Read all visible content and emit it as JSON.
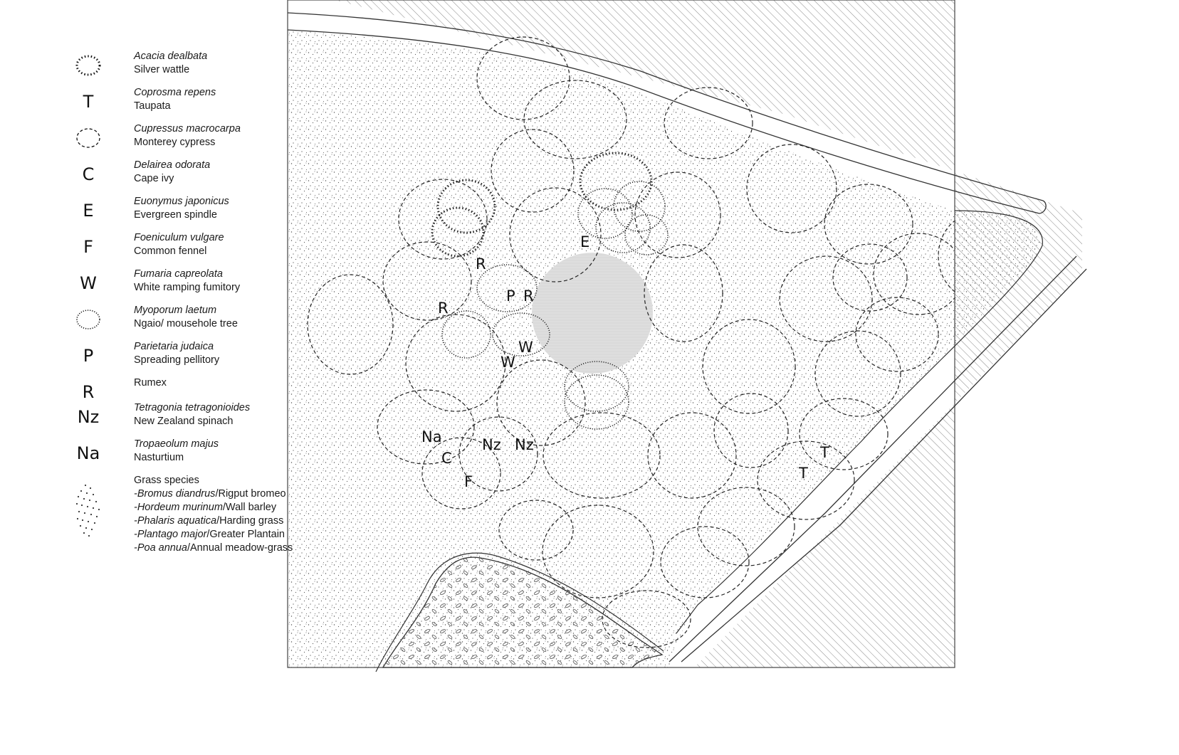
{
  "legend": {
    "items": [
      {
        "symbol": "acacia-ring",
        "latin": "Acacia dealbata",
        "common": "Silver wattle"
      },
      {
        "symbol": "letter",
        "code": "T",
        "latin": "Coprosma repens",
        "common": "Taupata"
      },
      {
        "symbol": "cypress-ring",
        "latin": "Cupressus macrocarpa",
        "common": "Monterey cypress"
      },
      {
        "symbol": "letter",
        "code": "C",
        "latin": "Delairea odorata",
        "common": "Cape ivy"
      },
      {
        "symbol": "letter",
        "code": "E",
        "latin": "Euonymus japonicus",
        "common": "Evergreen spindle"
      },
      {
        "symbol": "letter",
        "code": "F",
        "latin": "Foeniculum vulgare",
        "common": "Common fennel"
      },
      {
        "symbol": "letter",
        "code": "W",
        "latin": "Fumaria capreolata",
        "common": "White ramping fumitory"
      },
      {
        "symbol": "myoporum-ring",
        "latin": "Myoporum laetum",
        "common": "Ngaio/ mousehole tree"
      },
      {
        "symbol": "letter",
        "code": "P",
        "latin": "Parietaria judaica",
        "common": "Spreading pellitory"
      },
      {
        "symbol": "letter",
        "code": "R",
        "latin": "",
        "common": "Rumex"
      },
      {
        "symbol": "letter",
        "code": "Nz",
        "latin": "Tetragonia tetragonioides",
        "common": "New Zealand spinach"
      },
      {
        "symbol": "letter",
        "code": "Na",
        "latin": "Tropaeolum majus",
        "common": "Nasturtium"
      }
    ],
    "grass": {
      "title": "Grass species",
      "species": [
        {
          "latin": "-Bromus diandrus",
          "common": "/Rigput bromeo"
        },
        {
          "latin": "-Hordeum murinum",
          "common": "/Wall barley"
        },
        {
          "latin": "-Phalaris aquatica",
          "common": "/Harding grass"
        },
        {
          "latin": "-Plantago major",
          "common": "/Greater Plantain"
        },
        {
          "latin": "-Poa annua",
          "common": "/Annual meadow-grass"
        }
      ]
    }
  },
  "map": {
    "labels": [
      {
        "text": "E"
      },
      {
        "text": "R"
      },
      {
        "text": "P"
      },
      {
        "text": "R"
      },
      {
        "text": "R"
      },
      {
        "text": "W"
      },
      {
        "text": "W"
      },
      {
        "text": "Na"
      },
      {
        "text": "Nz"
      },
      {
        "text": "Nz"
      },
      {
        "text": "C"
      },
      {
        "text": "F"
      },
      {
        "text": "T"
      },
      {
        "text": "T"
      }
    ],
    "colors": {
      "line": "#222222",
      "hatch": "#8a8a8a",
      "stipple": "#555555",
      "clearing": "#dedede"
    }
  }
}
